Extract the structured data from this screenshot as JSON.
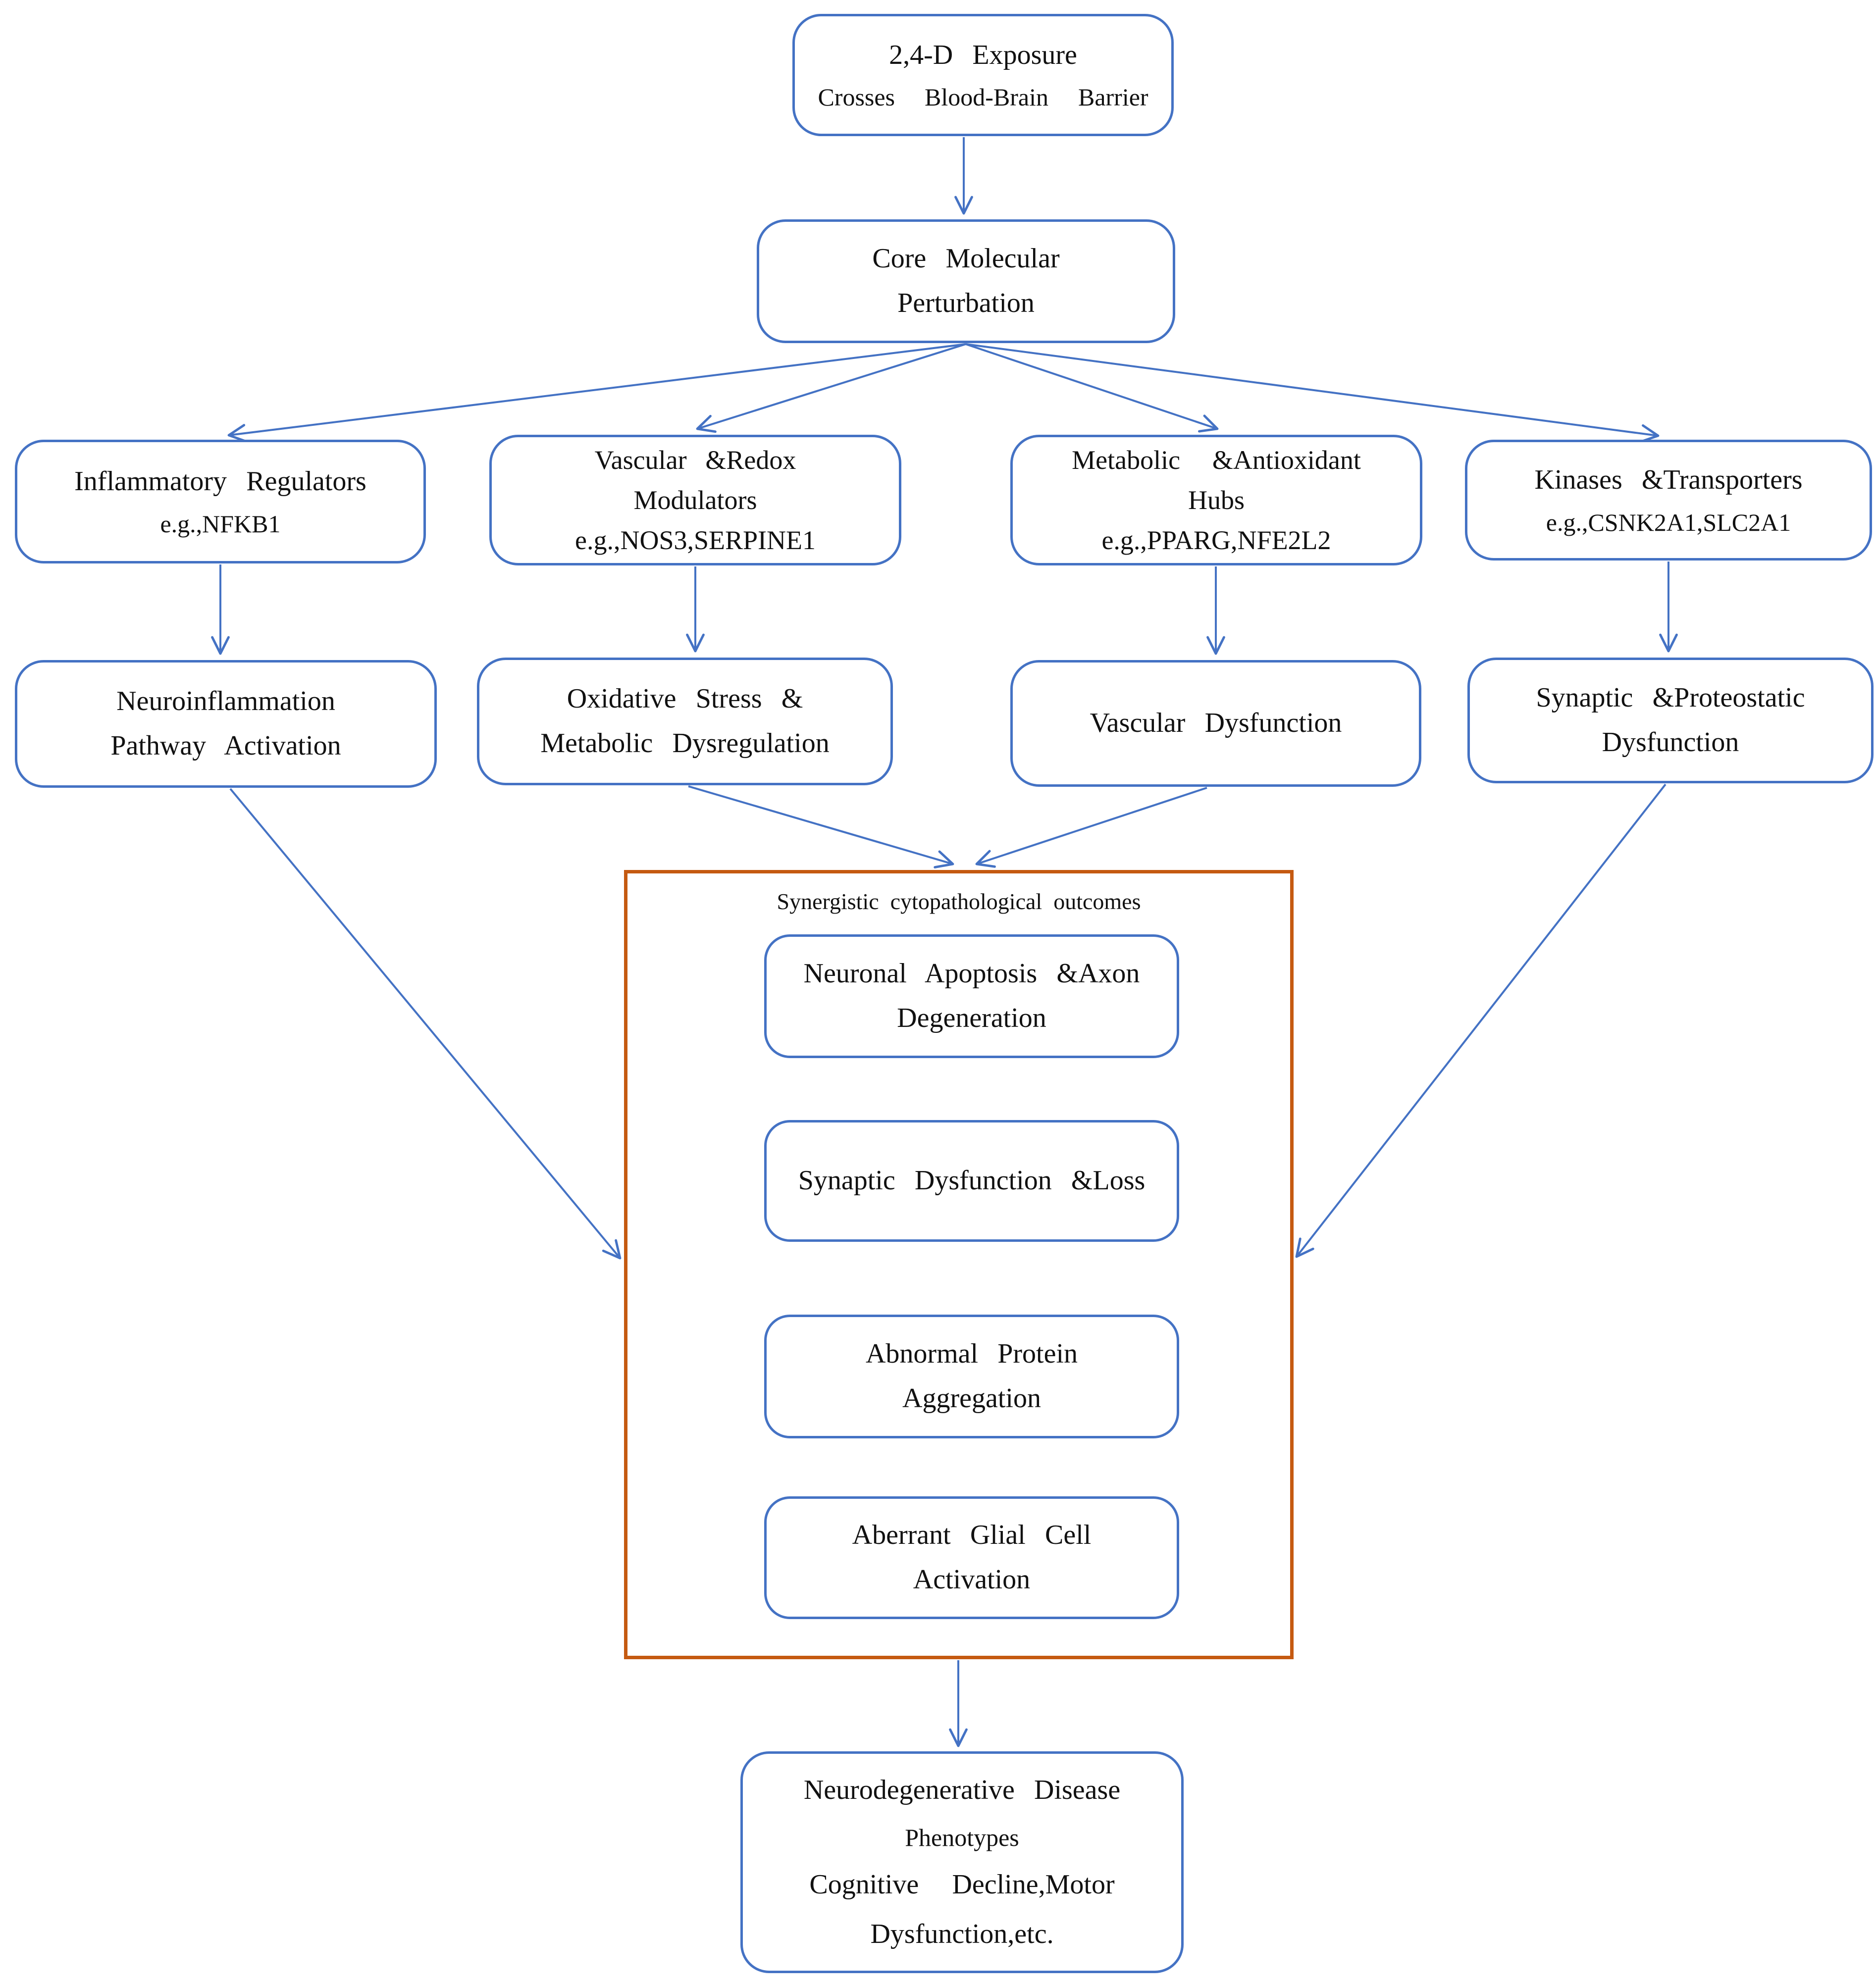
{
  "colors": {
    "box_border": "#4472C4",
    "connector": "#4472C4",
    "container_border": "#C55A11",
    "text": "#111111",
    "background": "#FFFFFF"
  },
  "nodes": {
    "exposure": {
      "lines": [
        "2,4-D Exposure",
        "Crosses Blood-Brain Barrier"
      ]
    },
    "core_perturbation": {
      "lines": [
        "Core Molecular",
        "Perturbation"
      ]
    },
    "inflammatory_regulators": {
      "lines": [
        "Inflammatory Regulators",
        "e.g.,NFKB1"
      ]
    },
    "vascular_redox_modulators": {
      "lines": [
        "Vascular &Redox",
        "Modulators",
        "e.g.,NOS3,SERPINE1"
      ]
    },
    "metabolic_antioxidant_hubs": {
      "lines": [
        "Metabolic &Antioxidant",
        "Hubs",
        "e.g.,PPARG,NFE2L2"
      ]
    },
    "kinases_transporters": {
      "lines": [
        "Kinases &Transporters",
        "e.g.,CSNK2A1,SLC2A1"
      ]
    },
    "neuroinflammation": {
      "lines": [
        "Neuroinflammation",
        "Pathway Activation"
      ]
    },
    "oxidative_stress": {
      "lines": [
        "Oxidative Stress &",
        "Metabolic Dysregulation"
      ]
    },
    "vascular_dysfunction": {
      "lines": [
        "Vascular Dysfunction"
      ]
    },
    "synaptic_proteostatic": {
      "lines": [
        "Synaptic &Proteostatic",
        "Dysfunction"
      ]
    },
    "synergistic_container": {
      "title": "Synergistic cytopathological outcomes"
    },
    "neuronal_apoptosis": {
      "lines": [
        "Neuronal Apoptosis &Axon",
        "Degeneration"
      ]
    },
    "synaptic_loss": {
      "lines": [
        "Synaptic Dysfunction &Loss"
      ]
    },
    "protein_aggregation": {
      "lines": [
        "Abnormal Protein",
        "Aggregation"
      ]
    },
    "glial_activation": {
      "lines": [
        "Aberrant Glial Cell",
        "Activation"
      ]
    },
    "disease_phenotypes": {
      "lines": [
        "Neurodegenerative Disease",
        "Phenotypes",
        "Cognitive Decline,Motor",
        "Dysfunction,etc."
      ]
    }
  }
}
